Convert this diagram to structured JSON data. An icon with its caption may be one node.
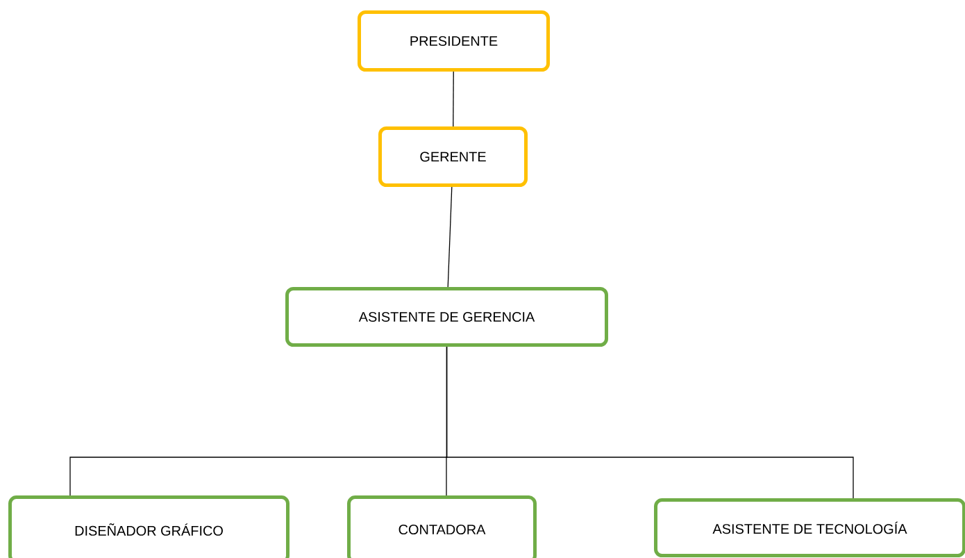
{
  "diagram": {
    "nodes": [
      {
        "text": [
          "PRESIDENTE"
        ]
      },
      {
        "text": [
          "GERENTE"
        ]
      },
      {
        "text": [
          "ASISTENTE DE GERENCIA"
        ]
      },
      {
        "text": [
          "DISEÑADOR GRÁFICO"
        ]
      },
      {
        "text": [
          "CONTADORA"
        ]
      },
      {
        "text": [
          "ASISTENTE DE TECNOLOGÍA"
        ]
      }
    ],
    "edges": [
      {
        "from": 0,
        "to": 1,
        "arrow": "none"
      },
      {
        "from": 1,
        "to": 2,
        "arrow": "none"
      },
      {
        "from": 2,
        "to": 3,
        "arrow": "none"
      },
      {
        "from": 2,
        "to": 4,
        "arrow": "none"
      },
      {
        "from": 2,
        "to": 5,
        "arrow": "none"
      }
    ]
  }
}
